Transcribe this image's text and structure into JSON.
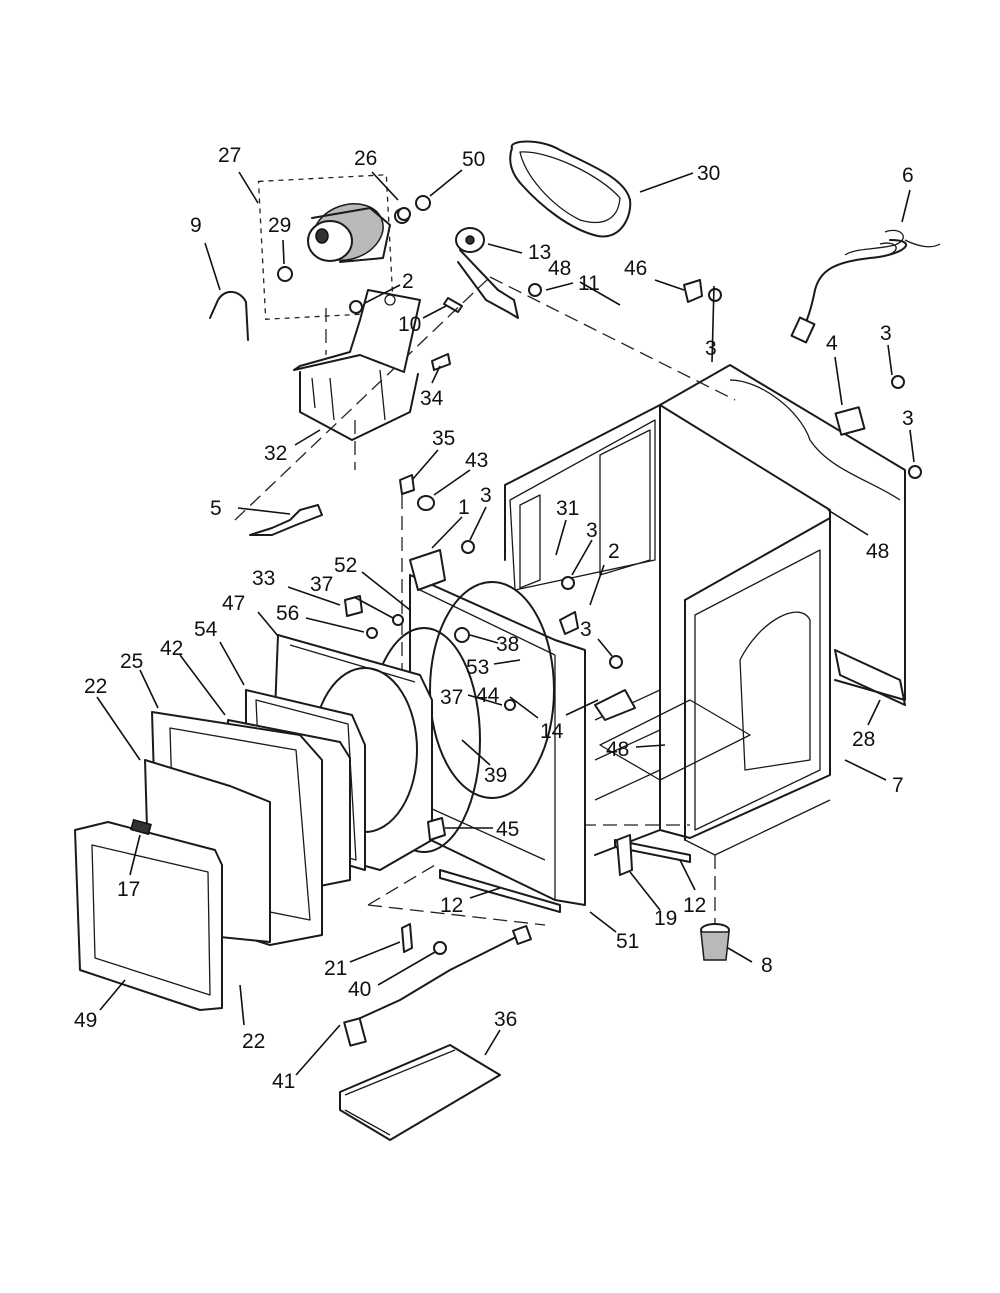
{
  "diagram": {
    "callouts": [
      {
        "id": "c27",
        "label": "27"
      },
      {
        "id": "c26",
        "label": "26"
      },
      {
        "id": "c50",
        "label": "50"
      },
      {
        "id": "c30",
        "label": "30"
      },
      {
        "id": "c6",
        "label": "6"
      },
      {
        "id": "c29",
        "label": "29"
      },
      {
        "id": "c9",
        "label": "9"
      },
      {
        "id": "c13",
        "label": "13"
      },
      {
        "id": "c2a",
        "label": "2"
      },
      {
        "id": "c11",
        "label": "11"
      },
      {
        "id": "c10",
        "label": "10"
      },
      {
        "id": "c3a",
        "label": "3"
      },
      {
        "id": "c4",
        "label": "4"
      },
      {
        "id": "c3b",
        "label": "3"
      },
      {
        "id": "c48a",
        "label": "48"
      },
      {
        "id": "c46",
        "label": "46"
      },
      {
        "id": "c34",
        "label": "34"
      },
      {
        "id": "c3c",
        "label": "3"
      },
      {
        "id": "c32",
        "label": "32"
      },
      {
        "id": "c35",
        "label": "35"
      },
      {
        "id": "c43",
        "label": "43"
      },
      {
        "id": "c5",
        "label": "5"
      },
      {
        "id": "c1",
        "label": "1"
      },
      {
        "id": "c3d",
        "label": "3"
      },
      {
        "id": "c31",
        "label": "31"
      },
      {
        "id": "c48b",
        "label": "48"
      },
      {
        "id": "c3e",
        "label": "3"
      },
      {
        "id": "c52",
        "label": "52"
      },
      {
        "id": "c2b",
        "label": "2"
      },
      {
        "id": "c33",
        "label": "33"
      },
      {
        "id": "c37a",
        "label": "37"
      },
      {
        "id": "c47",
        "label": "47"
      },
      {
        "id": "c56",
        "label": "56"
      },
      {
        "id": "c38",
        "label": "38"
      },
      {
        "id": "c3f",
        "label": "3"
      },
      {
        "id": "c54",
        "label": "54"
      },
      {
        "id": "c53",
        "label": "53"
      },
      {
        "id": "c25",
        "label": "25"
      },
      {
        "id": "c42",
        "label": "42"
      },
      {
        "id": "c37b",
        "label": "37"
      },
      {
        "id": "c22a",
        "label": "22"
      },
      {
        "id": "c44",
        "label": "44"
      },
      {
        "id": "c14",
        "label": "14"
      },
      {
        "id": "c28",
        "label": "28"
      },
      {
        "id": "c48c",
        "label": "48"
      },
      {
        "id": "c7",
        "label": "7"
      },
      {
        "id": "c39",
        "label": "39"
      },
      {
        "id": "c45",
        "label": "45"
      },
      {
        "id": "c17",
        "label": "17"
      },
      {
        "id": "c12a",
        "label": "12"
      },
      {
        "id": "c19",
        "label": "19"
      },
      {
        "id": "c12b",
        "label": "12"
      },
      {
        "id": "c51",
        "label": "51"
      },
      {
        "id": "c21",
        "label": "21"
      },
      {
        "id": "c8",
        "label": "8"
      },
      {
        "id": "c40",
        "label": "40"
      },
      {
        "id": "c49",
        "label": "49"
      },
      {
        "id": "c22b",
        "label": "22"
      },
      {
        "id": "c36",
        "label": "36"
      },
      {
        "id": "c41",
        "label": "41"
      }
    ]
  }
}
